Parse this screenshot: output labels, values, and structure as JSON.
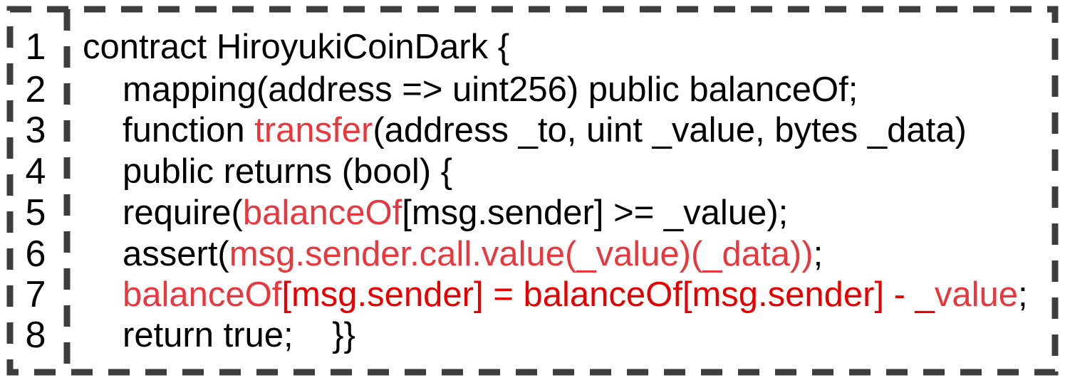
{
  "line_numbers": [
    "1",
    "2",
    "3",
    "4",
    "5",
    "6",
    "7",
    "8"
  ],
  "code": {
    "line1": "contract HiroyukiCoinDark {",
    "line2": "mapping(address => uint256) public balanceOf;",
    "line3": {
      "a": "function ",
      "b": "transfer",
      "c": "(address _to, uint _value, bytes _data)"
    },
    "line4": "public returns (bool) {",
    "line5": {
      "a": "require(",
      "b": "balanceOf",
      "c": "[msg.sender] >= _value);"
    },
    "line6": {
      "a": "assert(",
      "b": "msg.sender.call.value(_value)(_data))",
      "c": ";"
    },
    "line7": {
      "a": "balanceOf",
      "b": "[msg.sender] = balanceOf[msg.sender] - _",
      "c": "value",
      "d": ";"
    },
    "line8": "return true;    }}"
  },
  "colors": {
    "highlight": "#e8383d",
    "highlight_strong": "#e60000",
    "border": "#3d3d3d"
  }
}
